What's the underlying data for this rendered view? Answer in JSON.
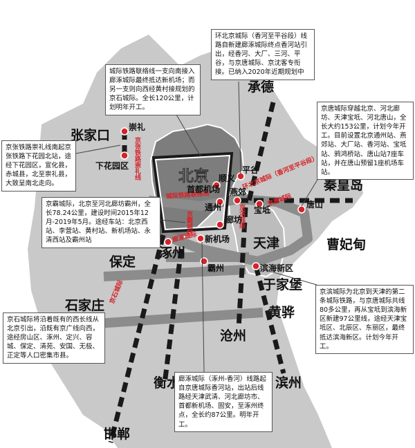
{
  "colors": {
    "red": "#d6232a",
    "dark": "#1a1a1a",
    "gray_line": "#8c8c8c",
    "region": "#c9c9c9",
    "beijing": "#7d7d7d"
  },
  "cities": {
    "beijing": "北京",
    "chengde": "承德",
    "zhangjiakou": "张家口",
    "chongli": "崇礼",
    "xiahuayuan": "下花园区",
    "shunyi": "顺义",
    "pinggu": "平谷",
    "capital_airport": "首都机场",
    "tongzhou": "通州",
    "yanjiao": "燕郊",
    "baodi": "宝坻",
    "tangshan": "唐山",
    "qinhuangdao": "秦皇岛",
    "caofeidian": "曹妃甸",
    "langfang": "廊坊",
    "tianjin": "天津",
    "zhuozhou": "涿州",
    "new_airport": "新机场",
    "bazhou": "霸州",
    "binhai": "滨海新区",
    "yujiapu": "于家堡",
    "baoding": "保定",
    "shijiazhuang": "石家庄",
    "huanghua": "黄骅",
    "cangzhou": "沧州",
    "hengshui": "衡水",
    "binzhou": "滨州",
    "handan": "邯郸"
  },
  "line_labels": {
    "jingzhang_chongli": "京张铁路崇礼线",
    "liaison": "城际铁路联络线",
    "ring": "环北京城际（香河至平谷段）",
    "jingbin": "京滨城际",
    "jingtang": "京唐城际",
    "jingba": "京霸城际",
    "langzhuo": "廊涿城际",
    "jingshi": "京石城际"
  },
  "notes": {
    "ring": "环北京城际（香河至平谷段）线路自新建廊涿城际终点香河站引出，经香河、大厂、三河、平谷，与京唐城际、京沈客专衔接。已纳入2020年近期规划中",
    "liaison": "城际铁路联络线一支向南接入廊涿城际最终抵达新机场；而另一支则向西经黄村接规划的京石城际。全长120公里，计划明年开工。",
    "chongli": "京张铁路崇礼线南起京张铁路下花园北站，途经下花园区，宣化县，赤城县，北至崇礼县，大致呈南北走向。",
    "jingtang": "京唐城际穿越北京、河北廊坊、天津宝坻、河北唐山，全长大约153公里，计划今年开工。目前设置北京通州站、燕郊站、大厂站、香河站、宝坻站、鸦鸿桥站、唐山站7座车站，并在唐山预留1座机场车站。",
    "jingba": "京霸城际，北京至河北廊坊霸州，全长78.24公里，建设时间2015年12月-2019年5月。途经车站：北京西站、李营站、黄村站、新机场站、永清西站及霸州站",
    "jingbin": "京滨城际为北京到天津的第二条城际铁路，与京唐城际共线80多公里，再从宝坻到滨海新区新建97公里线，途经天津宝坻区、北辰区、东丽区，最终抵达滨海新区。计划今年开工。",
    "jingshi": "京石城际将沿着既有的西长线从北京引出，沿既有京广线向西，途经房山区、涿州、定兴、容城、保定、清苑、安国、无极、正定等人口密集市县。",
    "langzhuo": "廊涿城际（涿州-香河）线路起自京唐城际香河站，出站后线路经天津武清、河北廊坊市、首都新机场、固安，至涿州终点，全长约87公里。明年开工。"
  }
}
